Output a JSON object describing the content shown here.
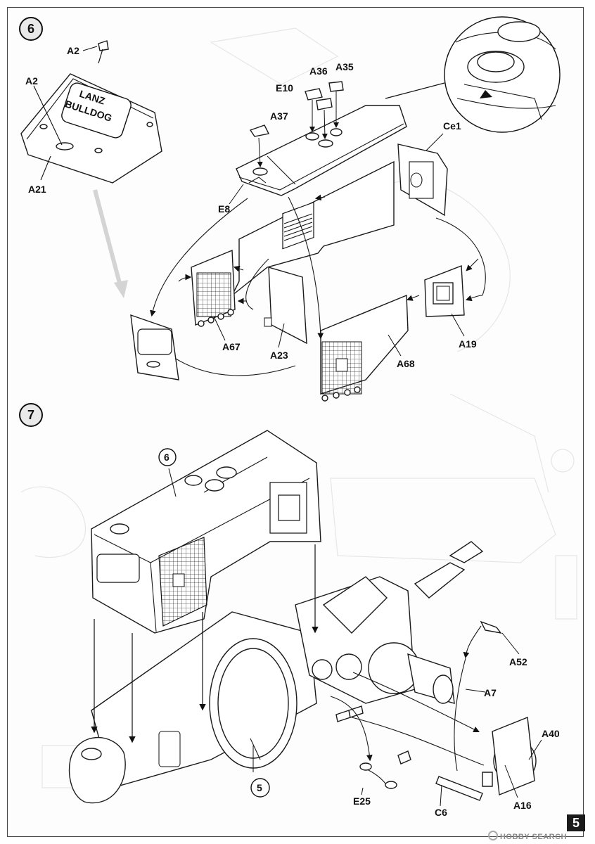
{
  "steps": [
    {
      "number": "6"
    },
    {
      "number": "7"
    }
  ],
  "page_number": "5",
  "watermark": "HOBBY SEARCH",
  "brand_text": {
    "line1": "LANZ",
    "line2": "BULLDOG"
  },
  "callouts_step6": {
    "a2_top": "A2",
    "a2_left": "A2",
    "a21": "A21",
    "a36": "A36",
    "a35": "A35",
    "e10": "E10",
    "a37": "A37",
    "ce1": "Ce1",
    "e8": "E8",
    "a67": "A67",
    "a23": "A23",
    "a19": "A19",
    "a68": "A68"
  },
  "callouts_step7": {
    "sub6": "6",
    "sub5": "5",
    "a52": "A52",
    "a7": "A7",
    "a40": "A40",
    "a16": "A16",
    "e25": "E25",
    "c6": "C6"
  }
}
